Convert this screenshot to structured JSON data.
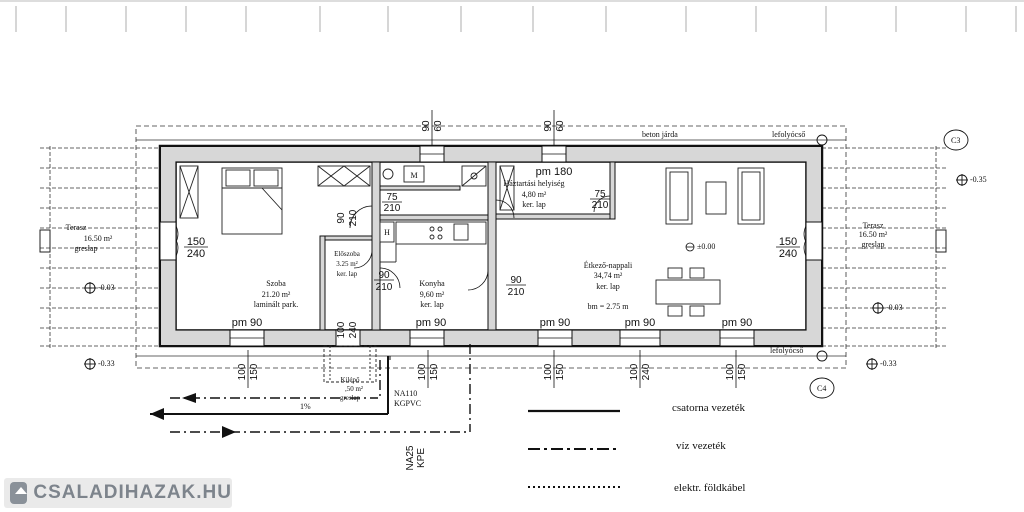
{
  "rooms": {
    "szoba": {
      "name": "Szoba",
      "area": "21.20 m²",
      "floor": "laminált park."
    },
    "eloszoba": {
      "name": "Előszoba",
      "area": "3.25 m²",
      "floor": "ker. lap"
    },
    "konyha": {
      "name": "Konyha",
      "area": "9,60 m²",
      "floor": "ker. lap"
    },
    "haztartasi": {
      "name": "Háztartási helyiség",
      "area": "4,80 m²",
      "floor": "ker. lap"
    },
    "etkezo": {
      "name": "Étkező-nappali",
      "area": "34,74 m²",
      "floor": "ker. lap",
      "height": "bm = 2.75 m"
    },
    "terasz_left": {
      "name": "Terasz",
      "area": "16.50 m²",
      "floor": "greslap"
    },
    "terasz_right": {
      "name": "Terasz",
      "area": "16.50 m²",
      "floor": "greslap"
    },
    "kilepo": {
      "name": "Kilépő",
      "area": ",50 m²",
      "floor": "greslap"
    }
  },
  "window_labels": {
    "w1": "pm 90",
    "w2": "pm 90",
    "w3": "pm 90",
    "w4": "pm 90",
    "w5": "pm 90",
    "w6": "pm 180"
  },
  "door_dims": {
    "d_left_top": "150",
    "d_left_bot": "240",
    "d_right_top": "150",
    "d_right_bot": "240",
    "d_szoba_top": "90",
    "d_szoba_bot": "210",
    "d_wc_top": "75",
    "d_wc_bot": "210",
    "d_eloszoba_top": "90",
    "d_eloszoba_bot": "210",
    "d_konyha_top": "90",
    "d_konyha_bot": "210",
    "d_htar_top": "75",
    "d_htar_bot": "210",
    "d_kilepo_top": "100",
    "d_kilepo_bot": "240"
  },
  "vertical_dims": {
    "v1a": "100",
    "v1b": "150",
    "v2a": "100",
    "v2b": "150",
    "v3a": "100",
    "v3b": "150",
    "v4a": "100",
    "v4b": "240",
    "v5a": "100",
    "v5b": "150",
    "vt1a": "90",
    "vt1b": "60",
    "vt2a": "90",
    "vt2b": "60"
  },
  "levels": {
    "lvl_left_terasz": "-0.03",
    "lvl_left_out": "-0.33",
    "lvl_right_terasz": "-0.03",
    "lvl_right_out": "-0.33",
    "lvl_right_top": "-0.35",
    "lvl_floor": "±0.00"
  },
  "annotations": {
    "beton": "beton járda",
    "lefolyo_top": "lefolyócső",
    "lefolyo_bot": "lefolyócső",
    "c3": "C3",
    "c4": "C4",
    "na110": "NA110",
    "kgpvc": "KGPVC",
    "slope": "1%",
    "na25": "NA25",
    "kpe": "KPE",
    "m_box": "M",
    "h_box": "H"
  },
  "legend": {
    "csatorna": "csatorna vezeték",
    "viz": "víz vezeték",
    "elektr": "elektr. földkábel"
  },
  "watermark": {
    "text": "CSALADIHAZAK.HU",
    "icon": "house-logo-icon"
  }
}
